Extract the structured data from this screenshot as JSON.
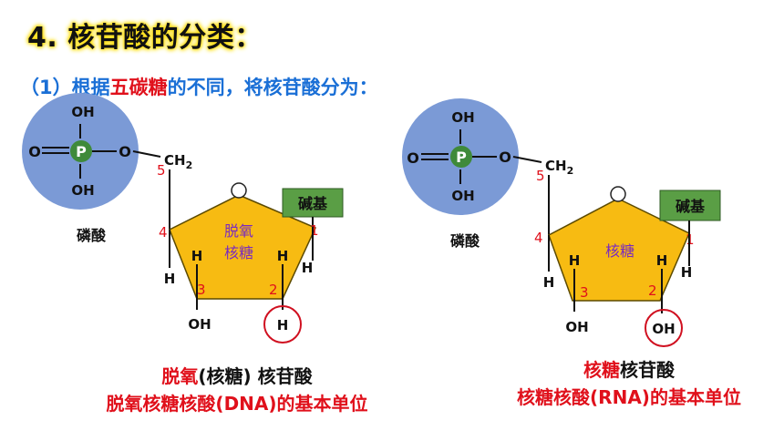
{
  "title": "4. 核苷酸的分类：",
  "subtitle": {
    "prefix": "（1）根据",
    "highlight": "五碳糖",
    "suffix": "的不同，将核苷酸分为："
  },
  "labels": {
    "oh": "OH",
    "o": "O",
    "p": "P",
    "ch2": "CH",
    "ch2_sub": "2",
    "h": "H",
    "ring_o": "O",
    "base": "碱基",
    "phosphate": "磷酸",
    "n1": "1",
    "n2": "2",
    "n3": "3",
    "n4": "4",
    "n5": "5"
  },
  "left": {
    "sugar_line1": "脱氧",
    "sugar_line2": "核糖",
    "caption1_red": "脱氧",
    "caption1_black": "(核糖) 核苷酸",
    "caption2": "脱氧核糖核酸(DNA)的基本单位",
    "c2_group": "H"
  },
  "right": {
    "sugar_line1": "核糖",
    "caption1_red": "核糖",
    "caption1_black": "核苷酸",
    "caption2": "核糖核酸(RNA)的基本单位",
    "c2_group": "OH"
  },
  "colors": {
    "phosphate_circle": "#7b9ad6",
    "p_circle": "#3f8a3a",
    "sugar": "#f7bb12",
    "base_box": "#5a9e45",
    "number": "#e0101b",
    "highlight_circle": "#d01020",
    "sugar_text": "#7a2bbf"
  }
}
